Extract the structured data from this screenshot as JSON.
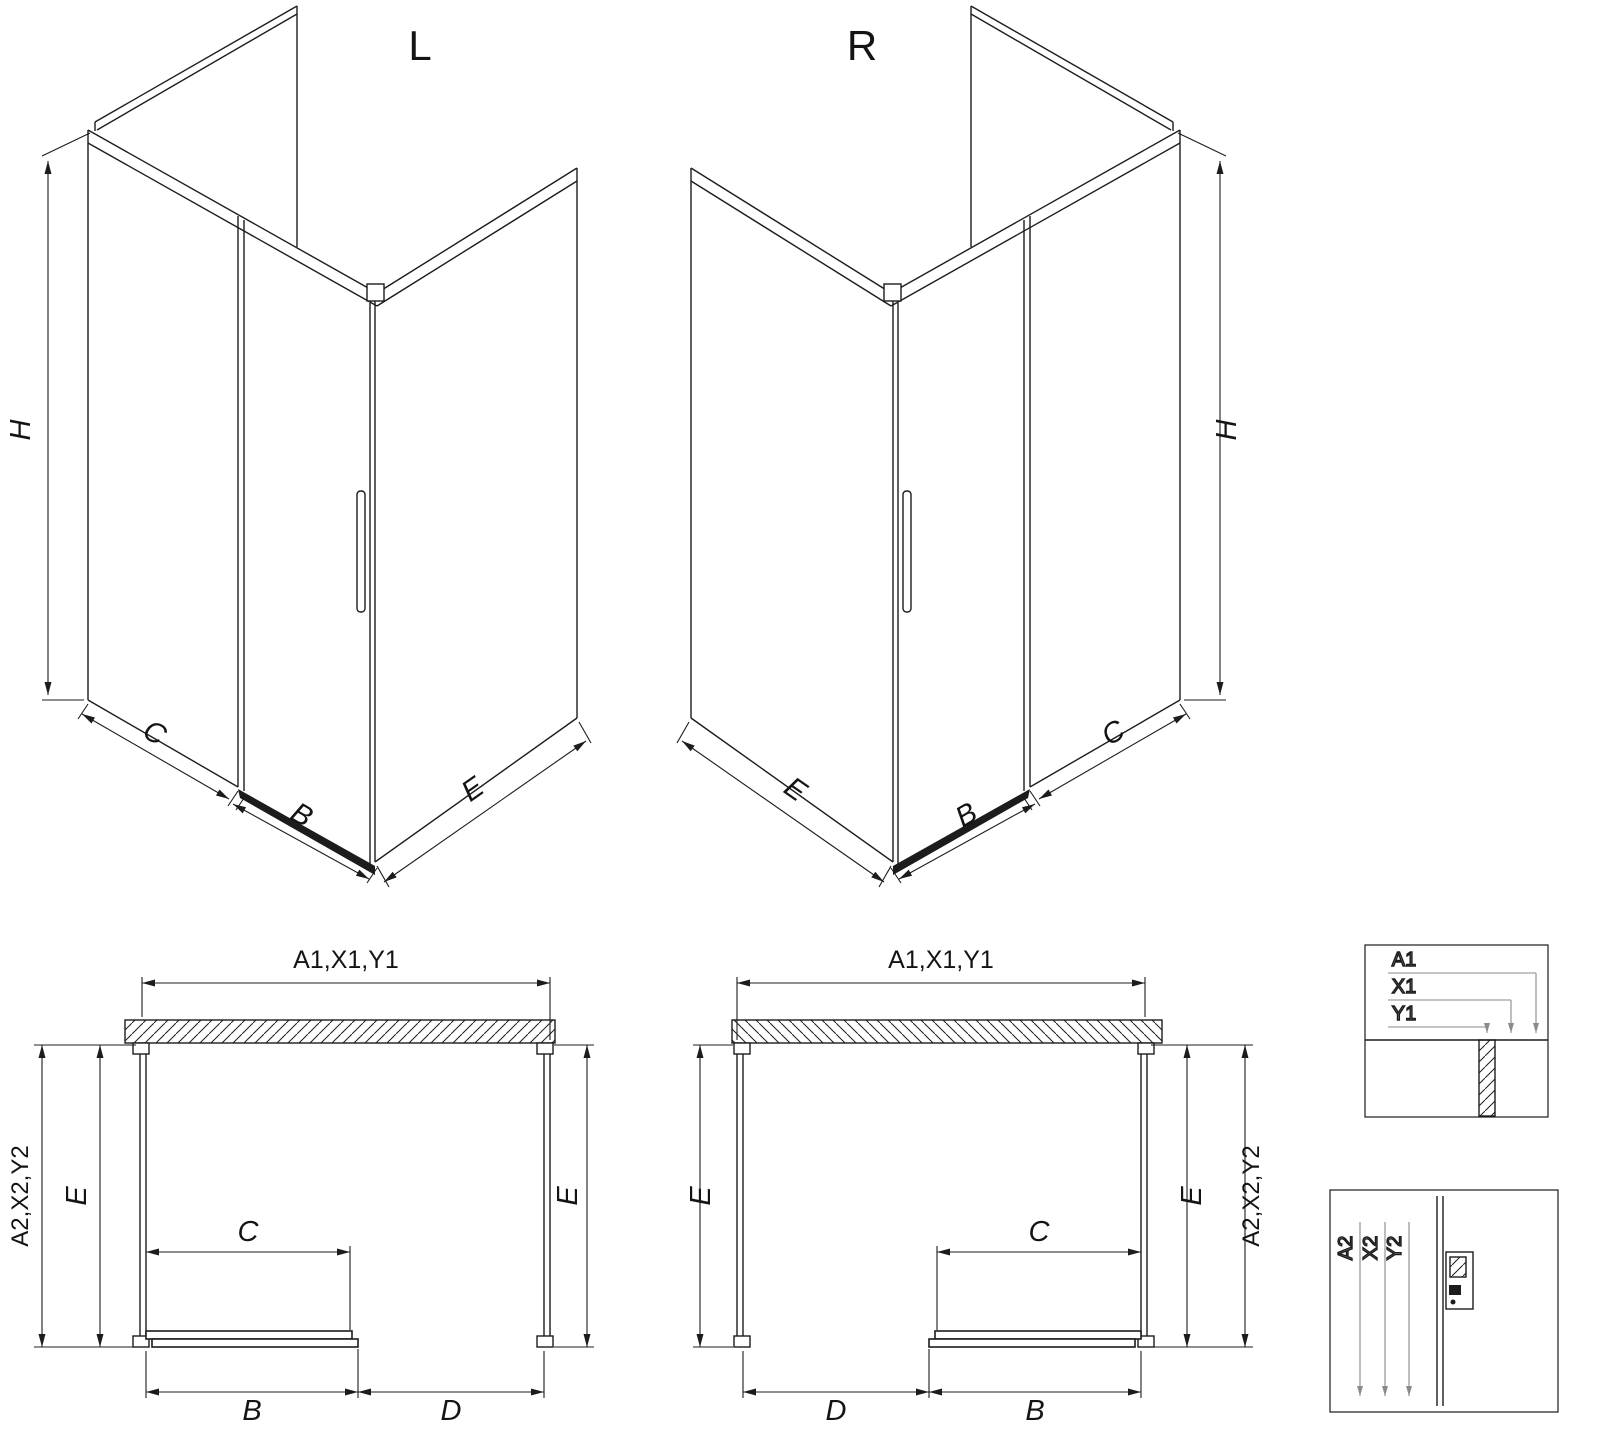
{
  "page": {
    "background_color": "#ffffff",
    "line_color": "#1c1c1c",
    "detail_label_color": "#8a8a8a"
  },
  "iso_left": {
    "title": "L",
    "dim_height": "H",
    "dim_fixed_panel": "C",
    "dim_door_panel": "B",
    "dim_side_panel": "E"
  },
  "iso_right": {
    "title": "R",
    "dim_height": "H",
    "dim_fixed_panel": "C",
    "dim_door_panel": "B",
    "dim_side_panel": "E"
  },
  "plan_left": {
    "dim_top_width": "A1,X1,Y1",
    "dim_outer_depth": "A2,X2,Y2",
    "dim_left_depth": "E",
    "dim_right_depth": "E",
    "dim_opening": "C",
    "dim_door": "B",
    "dim_side": "D"
  },
  "plan_right": {
    "dim_top_width": "A1,X1,Y1",
    "dim_outer_depth": "A2,X2,Y2",
    "dim_left_depth": "E",
    "dim_right_depth": "E",
    "dim_opening": "C",
    "dim_door": "B",
    "dim_side": "D"
  },
  "detail_top": {
    "labels": [
      "A1",
      "X1",
      "Y1"
    ]
  },
  "detail_bottom": {
    "labels": [
      "A2",
      "X2",
      "Y2"
    ]
  }
}
